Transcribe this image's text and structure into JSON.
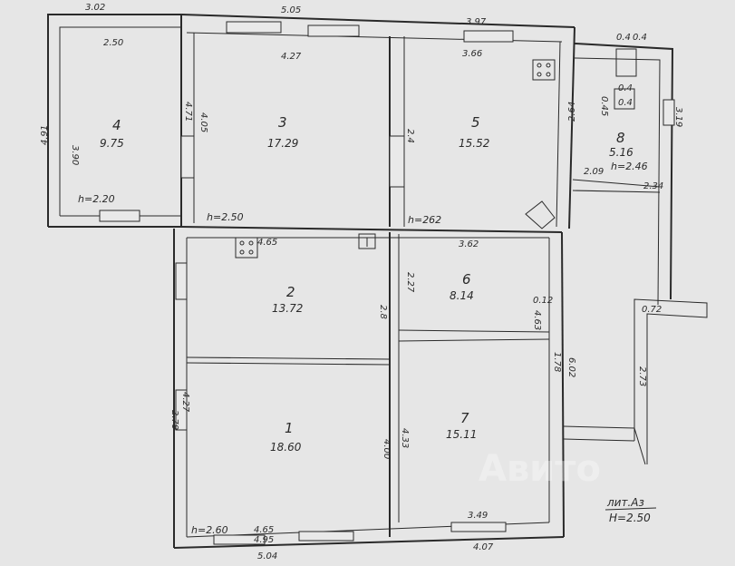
{
  "plan": {
    "rooms": [
      {
        "number": "1",
        "area": "18.60"
      },
      {
        "number": "2",
        "area": "13.72"
      },
      {
        "number": "3",
        "area": "17.29"
      },
      {
        "number": "4",
        "area": "9.75"
      },
      {
        "number": "5",
        "area": "15.52"
      },
      {
        "number": "6",
        "area": "8.14"
      },
      {
        "number": "7",
        "area": "15.11"
      },
      {
        "number": "8",
        "area": "5.16"
      }
    ],
    "heights": [
      "h=2.20",
      "h=2.50",
      "h=262",
      "h=2.46",
      "h=2.60"
    ],
    "dims": [
      "3.02",
      "5.05",
      "3.97",
      "2.50",
      "4.27",
      "3.66",
      "4.91",
      "3.90",
      "4.71",
      "4.05",
      "2.4",
      "2.64",
      "3.19",
      "2.09",
      "2.34",
      "4.65",
      "3.62",
      "2.27",
      "2.8",
      "0.12",
      "4.63",
      "1.78",
      "6.02",
      "2.79",
      "4.27",
      "4.00",
      "4.33",
      "3.49",
      "4.65",
      "4.95",
      "5.04",
      "4.07",
      "0.72",
      "2.73",
      "0.4",
      "0.4",
      "0.45",
      "0.4",
      "0.4"
    ],
    "legend": {
      "title": "лит.Аз",
      "height": "H=2.50"
    },
    "watermark": "Авито"
  }
}
